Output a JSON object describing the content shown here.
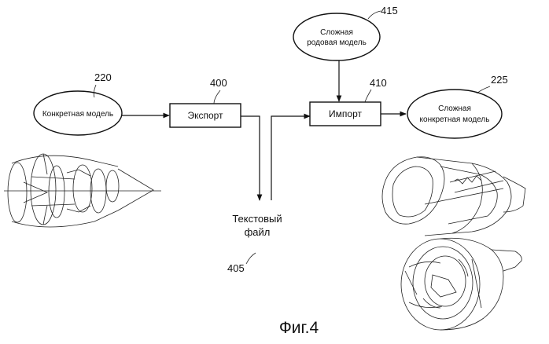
{
  "refs": {
    "r220": "220",
    "r400": "400",
    "r405": "405",
    "r410": "410",
    "r415": "415",
    "r225": "225"
  },
  "nodes": {
    "concrete_model": "Конкретная модель",
    "export": "Экспорт",
    "import": "Импорт",
    "complex_generic_line1": "Сложная",
    "complex_generic_line2": "родовая модель",
    "complex_concrete_line1": "Сложная",
    "complex_concrete_line2": "конкретная модель",
    "text_file_line1": "Текстовый",
    "text_file_line2": "файл"
  },
  "figure_caption": "Фиг.4"
}
